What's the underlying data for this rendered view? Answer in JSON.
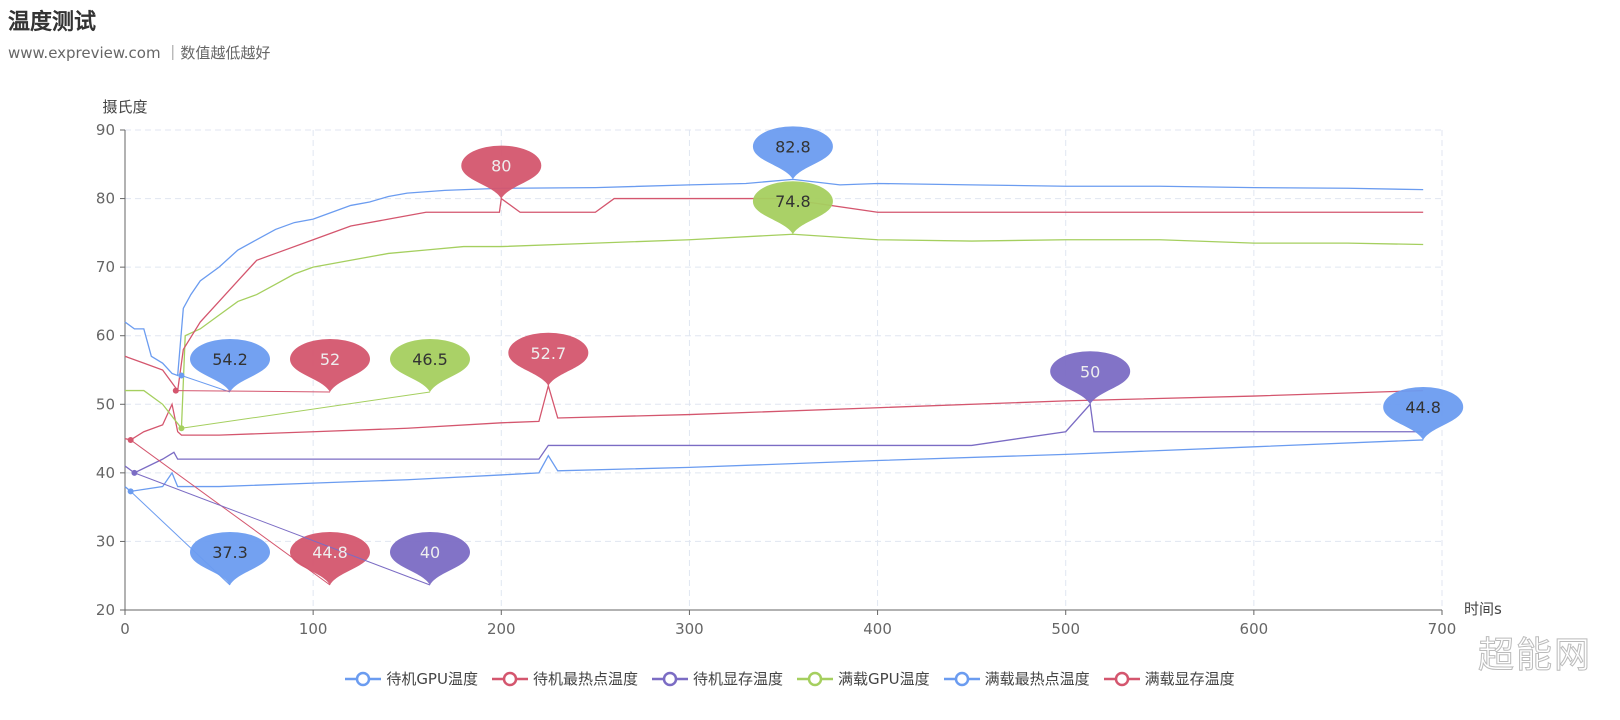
{
  "chart_data": {
    "type": "line",
    "title": "温度测试",
    "subtitle": "www.expreview.com  ｜数值越低越好",
    "ylabel": "摄氏度",
    "xlabel": "时间s",
    "xlim": [
      0,
      700
    ],
    "ylim": [
      20,
      90
    ],
    "xticks": [
      0,
      100,
      200,
      300,
      400,
      500,
      600,
      700
    ],
    "yticks": [
      20,
      30,
      40,
      50,
      60,
      70,
      80,
      90
    ],
    "grid": true,
    "legend": "bottom",
    "series": [
      {
        "name": "待机GPU温度",
        "color": "#6b9cf0",
        "x": [
          0,
          3,
          20,
          25,
          28,
          50,
          100,
          150,
          200,
          220,
          225,
          230,
          300,
          400,
          500,
          600,
          690
        ],
        "y": [
          38,
          37.3,
          38,
          40,
          38,
          38,
          38.5,
          39,
          39.7,
          40,
          42.5,
          40.3,
          40.8,
          41.8,
          42.7,
          43.8,
          44.8
        ],
        "markers": [
          {
            "type": "min",
            "x": 3,
            "y": 37.3,
            "label": "37.3"
          },
          {
            "type": "max",
            "x": 690,
            "y": 44.8,
            "label": "44.8"
          }
        ]
      },
      {
        "name": "待机最热点温度",
        "color": "#d4566e",
        "x": [
          0,
          3,
          10,
          20,
          25,
          28,
          30,
          50,
          100,
          150,
          200,
          220,
          225,
          230,
          300,
          400,
          500,
          600,
          690
        ],
        "y": [
          45,
          44.8,
          46,
          47,
          50,
          46,
          45.5,
          45.5,
          46,
          46.5,
          47.3,
          47.5,
          52.7,
          48,
          48.5,
          49.5,
          50.5,
          51.2,
          52
        ],
        "markers": [
          {
            "type": "min",
            "x": 3,
            "y": 44.8,
            "label": "44.8"
          },
          {
            "type": "max",
            "x": 225,
            "y": 52.7,
            "label": "52.7"
          }
        ]
      },
      {
        "name": "待机显存温度",
        "color": "#7b6cc4",
        "x": [
          0,
          5,
          20,
          26,
          28,
          100,
          220,
          225,
          300,
          450,
          500,
          513,
          515,
          600,
          690
        ],
        "y": [
          41,
          40,
          42,
          43,
          42,
          42,
          42,
          44,
          44,
          44,
          46,
          50,
          46,
          46,
          46
        ],
        "markers": [
          {
            "type": "min",
            "x": 5,
            "y": 40,
            "label": "40"
          },
          {
            "type": "max",
            "x": 513,
            "y": 50,
            "label": "50"
          }
        ]
      },
      {
        "name": "满载GPU温度",
        "color": "#a5cf5f",
        "x": [
          0,
          10,
          20,
          30,
          32,
          40,
          50,
          60,
          70,
          80,
          90,
          100,
          120,
          140,
          160,
          180,
          200,
          250,
          300,
          355,
          400,
          450,
          500,
          550,
          600,
          650,
          690
        ],
        "y": [
          52,
          52,
          50,
          46.5,
          60,
          61,
          63,
          65,
          66,
          67.5,
          69,
          70,
          71,
          72,
          72.5,
          73,
          73,
          73.5,
          74,
          74.8,
          74,
          73.8,
          74,
          74,
          73.5,
          73.5,
          73.3
        ],
        "markers": [
          {
            "type": "min",
            "x": 30,
            "y": 46.5,
            "label": "46.5"
          },
          {
            "type": "max",
            "x": 355,
            "y": 74.8,
            "label": "74.8"
          }
        ]
      },
      {
        "name": "满载最热点温度",
        "color": "#6b9cf0",
        "x": [
          0,
          5,
          10,
          14,
          20,
          25,
          28,
          31,
          35,
          40,
          50,
          60,
          70,
          80,
          90,
          100,
          110,
          120,
          130,
          140,
          150,
          160,
          170,
          200,
          250,
          300,
          330,
          355,
          380,
          400,
          450,
          500,
          550,
          600,
          650,
          690
        ],
        "y": [
          62,
          61,
          61,
          57,
          56,
          54.5,
          54.2,
          64,
          66,
          68,
          70,
          72.5,
          74,
          75.5,
          76.5,
          77,
          78,
          79,
          79.5,
          80.3,
          80.8,
          81,
          81.2,
          81.5,
          81.6,
          82,
          82.2,
          82.8,
          82,
          82.2,
          82,
          81.8,
          81.8,
          81.6,
          81.5,
          81.3
        ],
        "markers": [
          {
            "type": "min",
            "x": 30,
            "y": 54.2,
            "label": "54.2"
          },
          {
            "type": "max",
            "x": 355,
            "y": 82.8,
            "label": "82.8"
          }
        ]
      },
      {
        "name": "满载显存温度",
        "color": "#d4566e",
        "x": [
          0,
          10,
          20,
          28,
          31,
          40,
          50,
          60,
          70,
          80,
          100,
          110,
          120,
          140,
          160,
          180,
          199,
          200,
          210,
          250,
          260,
          300,
          350,
          400,
          500,
          600,
          690
        ],
        "y": [
          57,
          56,
          55,
          52,
          58,
          62,
          65,
          68,
          71,
          72,
          74,
          75,
          76,
          77,
          78,
          78,
          78,
          80,
          78,
          78,
          80,
          80,
          80,
          78,
          78,
          78,
          78
        ],
        "markers": [
          {
            "type": "min",
            "x": 27,
            "y": 52,
            "label": "52"
          },
          {
            "type": "max",
            "x": 200,
            "y": 80,
            "label": "80"
          }
        ]
      }
    ]
  },
  "watermark": "超能网"
}
